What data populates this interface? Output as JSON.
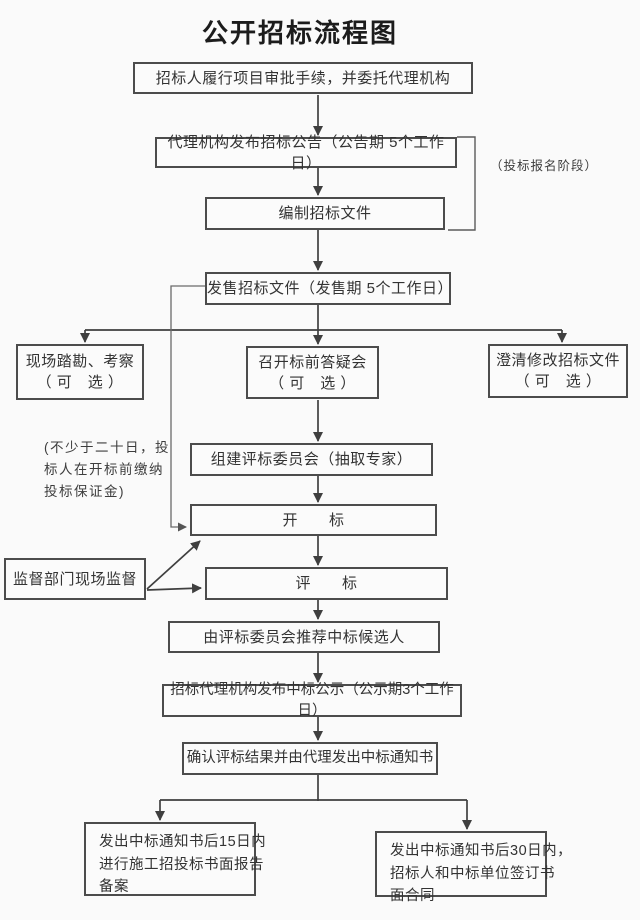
{
  "title": "公开招标流程图",
  "colors": {
    "line": "#3f3f3f",
    "box_border": "#4c4c4c",
    "text": "#333333",
    "background": "#fafafa"
  },
  "flowchart": {
    "nodes": {
      "approval": {
        "label": "招标人履行项目审批手续，并委托代理机构"
      },
      "announcement": {
        "label": "代理机构发布招标公告（公告期 5个工作日）"
      },
      "prepare_docs": {
        "label": "编制招标文件"
      },
      "sell_docs": {
        "label": "发售招标文件（发售期 5个工作日）"
      },
      "site_survey": {
        "label": "现场踏勘、考察",
        "sublabel": "（ 可　选 ）"
      },
      "qa_meeting": {
        "label": "召开标前答疑会",
        "sublabel": "（ 可　选 ）"
      },
      "clarify_docs": {
        "label": "澄清修改招标文件",
        "sublabel": "（ 可　选 ）"
      },
      "committee": {
        "label": "组建评标委员会（抽取专家）"
      },
      "bid_opening": {
        "label": "开　　标"
      },
      "bid_evaluation": {
        "label": "评　　标"
      },
      "recommend": {
        "label": "由评标委员会推荐中标候选人"
      },
      "win_publicity": {
        "label": "招标代理机构发布中标公示（公示期3个工作日）"
      },
      "confirm_notice": {
        "label": "确认评标结果并由代理发出中标通知书"
      },
      "report_filing": {
        "lines": [
          "发出中标通知书后15日内",
          "进行施工招投标书面报告",
          "备案"
        ]
      },
      "sign_contract": {
        "lines": [
          "发出中标通知书后30日内，",
          "招标人和中标单位签订书",
          "面合同"
        ]
      },
      "supervision": {
        "label": "监督部门现场监督"
      }
    },
    "annotations": {
      "registration_phase": "（投标报名阶段）",
      "deposit_note_lines": [
        "(不少于二十日，投",
        "标人在开标前缴纳",
        "投标保证金)"
      ]
    }
  }
}
